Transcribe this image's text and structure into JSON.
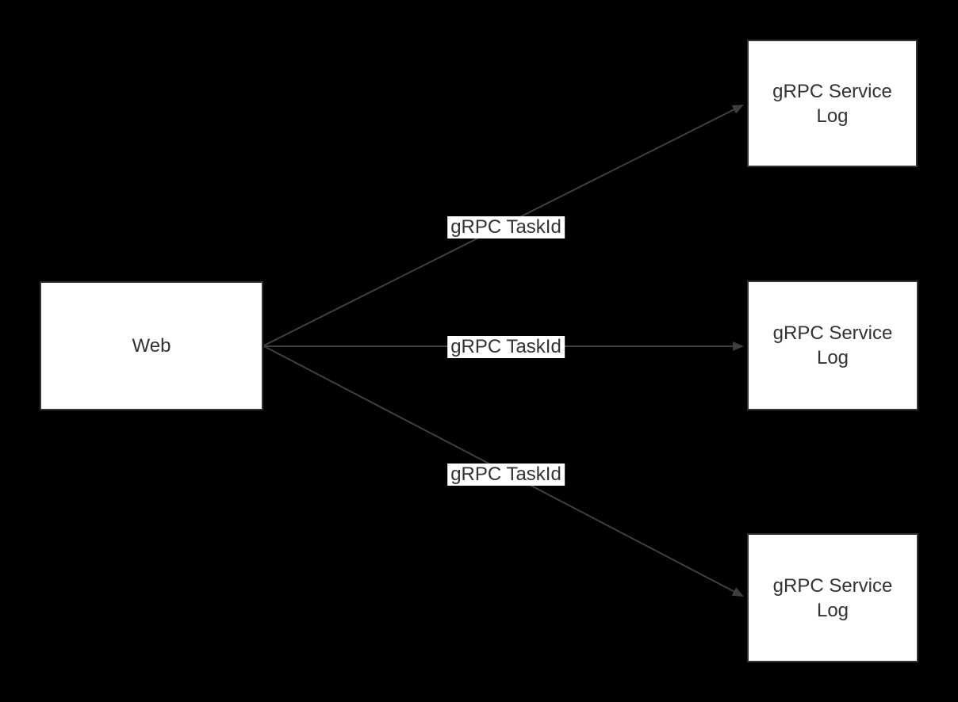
{
  "diagram": {
    "type": "architecture-diagram",
    "background_color": "#000000",
    "node_fill_color": "#ffffff",
    "node_border_color": "#333333",
    "edge_color": "#3f3f3f",
    "text_color": "#333333",
    "edge_label_background": "#ffffff"
  },
  "nodes": [
    {
      "id": "web",
      "label": "Web"
    },
    {
      "id": "grpc-service-log-1",
      "label": "gRPC Service Log"
    },
    {
      "id": "grpc-service-log-2",
      "label": "gRPC Service Log"
    },
    {
      "id": "grpc-service-log-3",
      "label": "gRPC Service Log"
    }
  ],
  "edges": [
    {
      "from": "web",
      "to": "grpc-service-log-1",
      "label": "gRPC TaskId"
    },
    {
      "from": "web",
      "to": "grpc-service-log-2",
      "label": "gRPC TaskId"
    },
    {
      "from": "web",
      "to": "grpc-service-log-3",
      "label": "gRPC TaskId"
    }
  ]
}
